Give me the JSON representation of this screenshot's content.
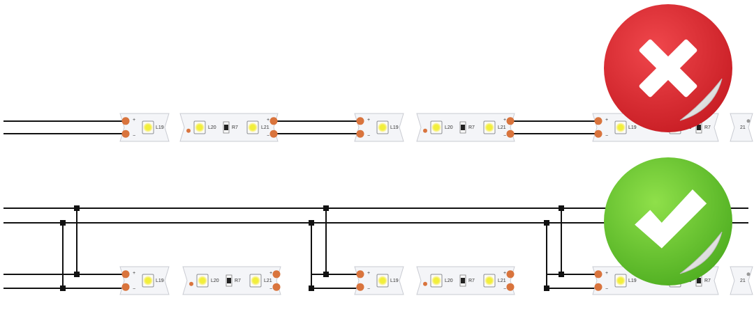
{
  "colors": {
    "wire": "#111111",
    "strip_fill": "#f4f5f8",
    "strip_edge": "#c9cbd2",
    "pad": "#d9743d",
    "led_glow": "#fffbd0",
    "led_core": "#f2ef3a",
    "wrong_badge": "#d8242c",
    "right_badge": "#5cc22c"
  },
  "badges": {
    "wrong": {
      "icon": "cross-icon",
      "meaning": "incorrect"
    },
    "right": {
      "icon": "check-icon",
      "meaning": "correct"
    }
  },
  "strip": {
    "plus_label": "+",
    "minus_label": "−",
    "segment_a": {
      "led_label": "L19"
    },
    "segment_b": {
      "led1_label": "L20",
      "resistor_label": "R7",
      "led2_label": "L21"
    },
    "partial_label": "21"
  }
}
